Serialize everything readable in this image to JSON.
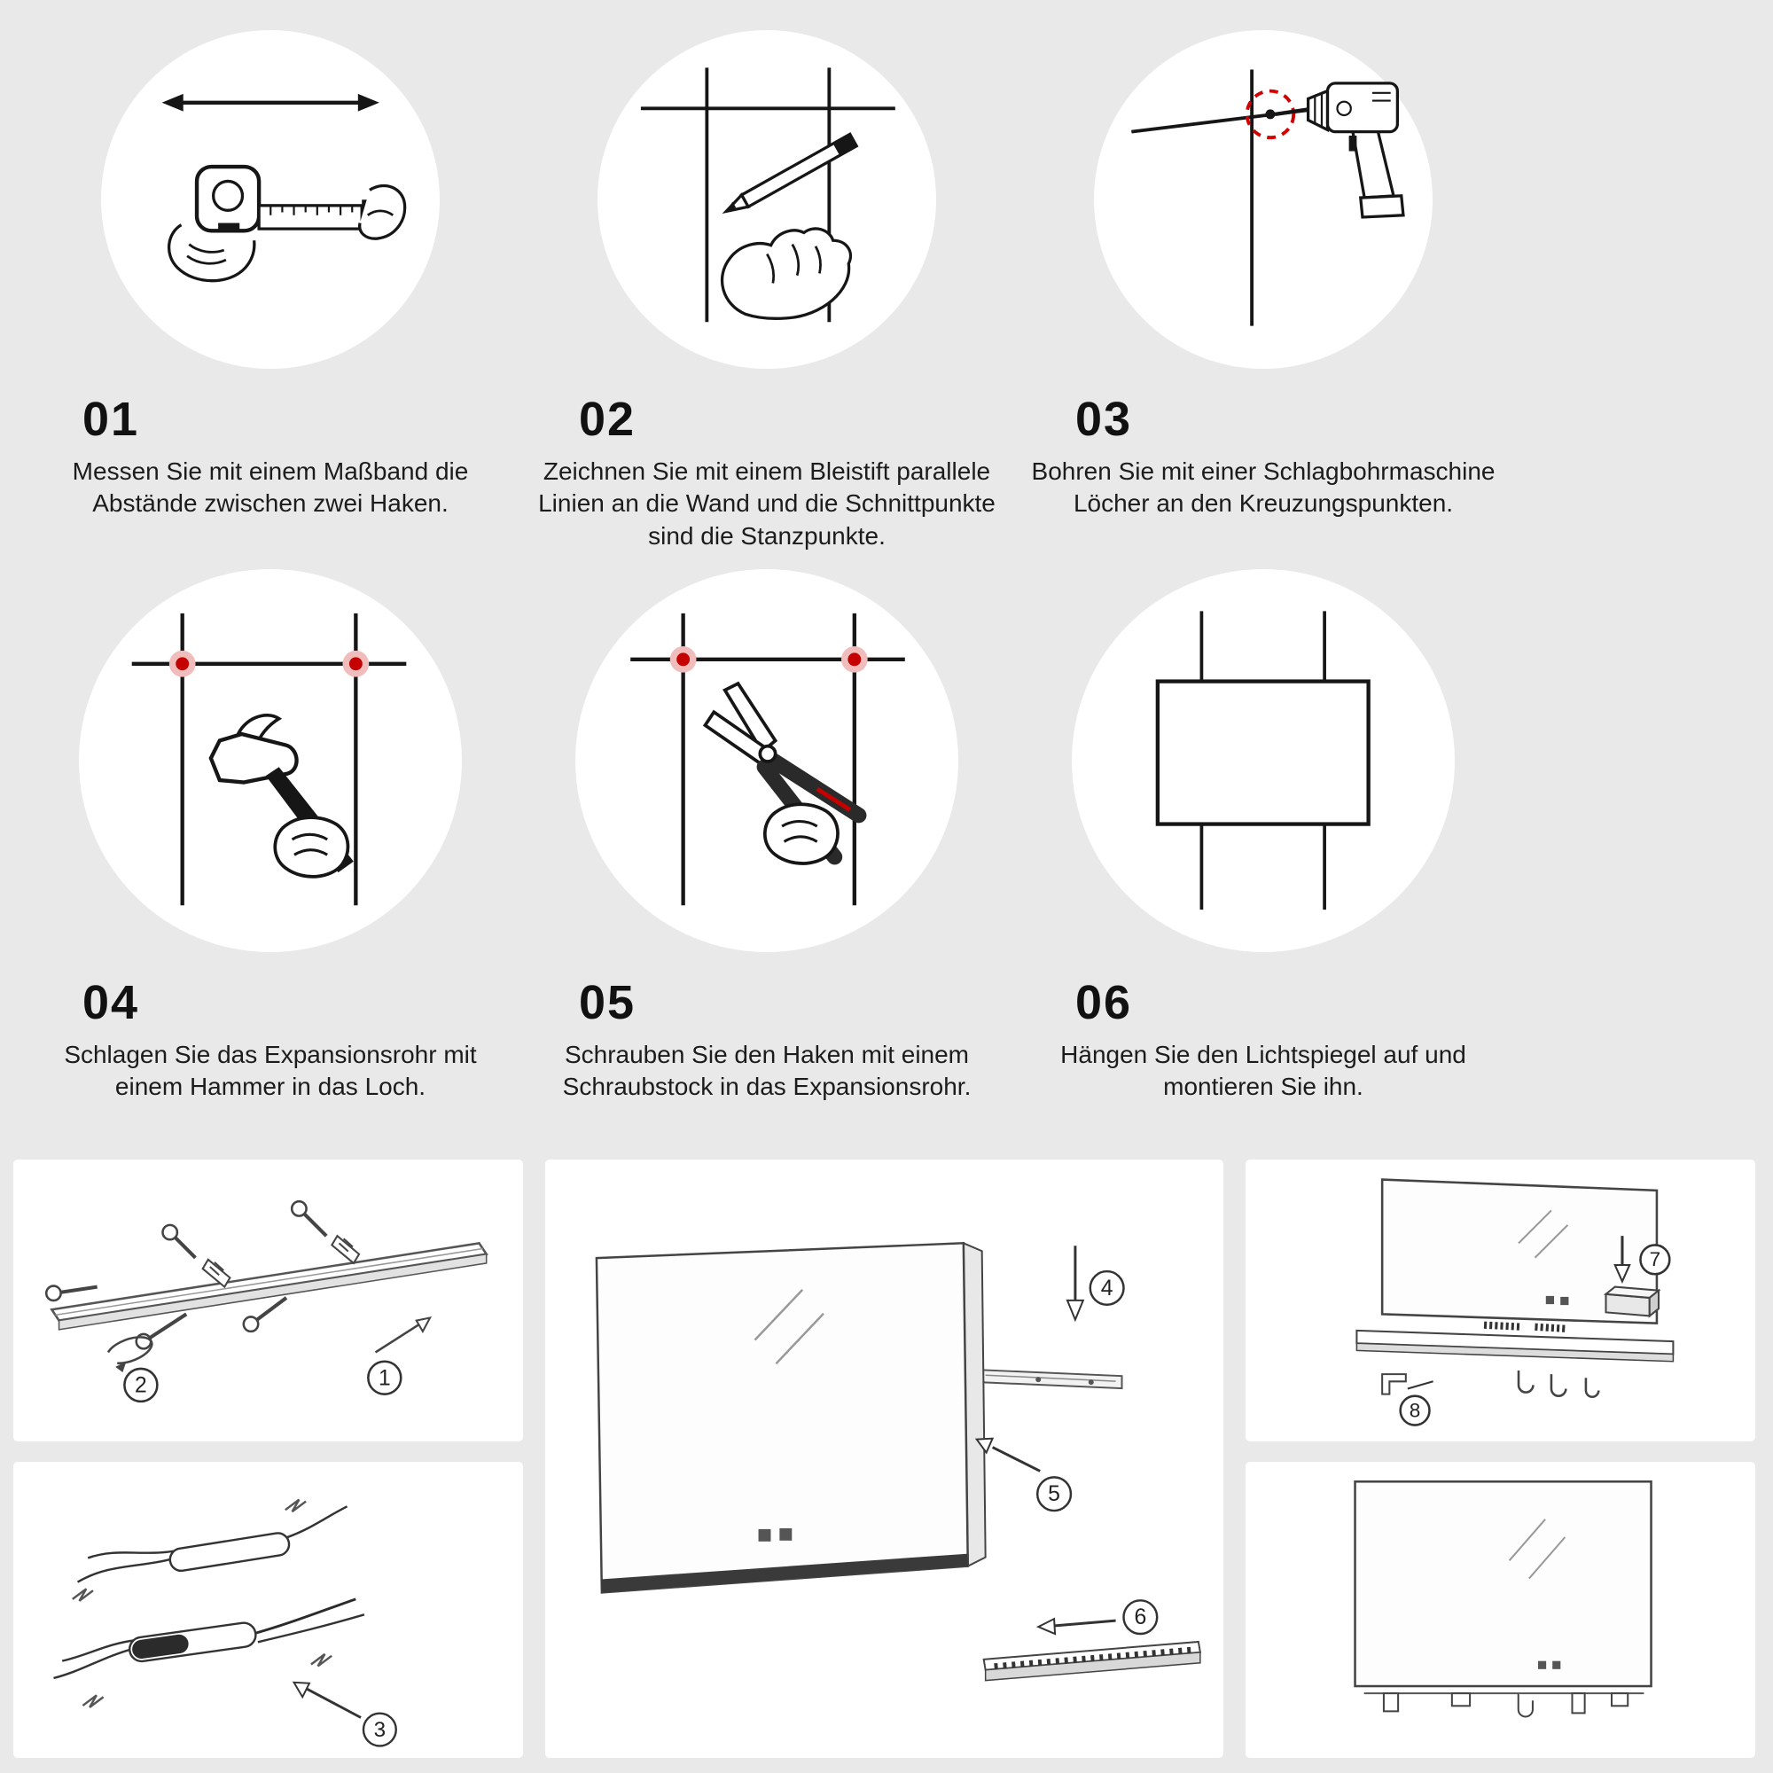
{
  "colors": {
    "background": "#e9e9e9",
    "panel": "#ffffff",
    "ink": "#161616",
    "accent_red": "#c40000"
  },
  "steps": [
    {
      "number": "01",
      "icon": "tape-measure-icon",
      "text": "Messen Sie mit einem Maßband die Abstände zwischen zwei Haken."
    },
    {
      "number": "02",
      "icon": "pencil-icon",
      "text": "Zeichnen Sie mit einem Bleistift parallele Linien an die Wand und die Schnittpunkte sind die Stanzpunkte."
    },
    {
      "number": "03",
      "icon": "drill-icon",
      "text": "Bohren Sie mit einer Schlagbohrmaschine Löcher an den Kreuzungspunkten."
    },
    {
      "number": "04",
      "icon": "hammer-icon",
      "text": "Schlagen Sie das Expansionsrohr mit einem Hammer in das Loch."
    },
    {
      "number": "05",
      "icon": "pliers-icon",
      "text": "Schrauben Sie den Haken mit einem Schraubstock in das Expansionsrohr."
    },
    {
      "number": "06",
      "icon": "mirror-hanging-icon",
      "text": "Hängen Sie den Lichtspiegel auf und montieren Sie ihn."
    }
  ],
  "callouts": [
    "1",
    "2",
    "3",
    "4",
    "5",
    "6",
    "7",
    "8"
  ]
}
